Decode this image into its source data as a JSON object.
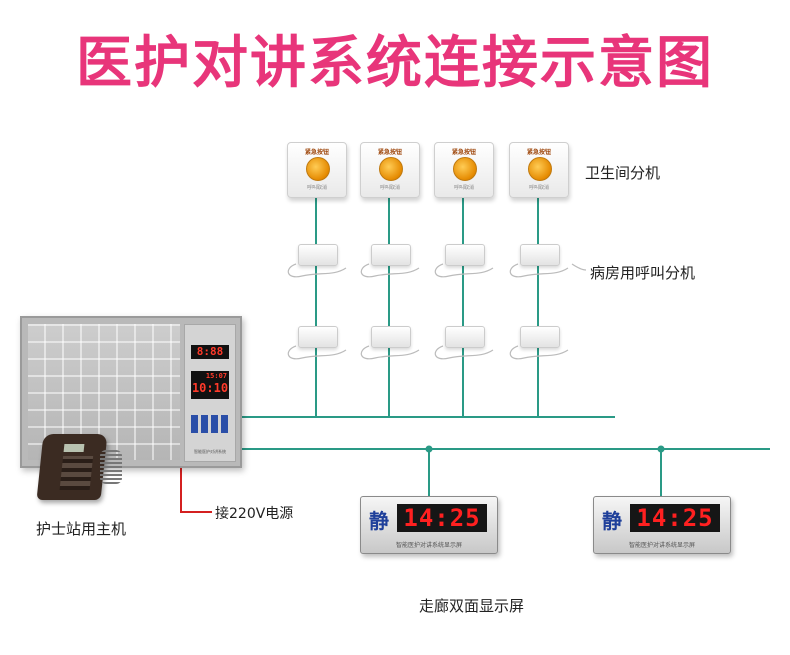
{
  "title": "医护对讲系统连接示意图",
  "labels": {
    "bathroom_unit": "卫生间分机",
    "ward_unit": "病房用呼叫分机",
    "host": "护士站用主机",
    "power": "接220V电源",
    "corridor_display": "走廊双面显示屏"
  },
  "bathroom_buttons": [
    {
      "button_text": "紧急按钮",
      "sub_text": "呼叫取消"
    },
    {
      "button_text": "紧急按钮",
      "sub_text": "呼叫取消"
    },
    {
      "button_text": "紧急按钮",
      "sub_text": "呼叫取消"
    },
    {
      "button_text": "紧急按钮",
      "sub_text": "呼叫取消"
    }
  ],
  "host_panel": {
    "led_top": "8:88",
    "led_small": "15:07",
    "led_time": "10:10",
    "caption": "智能医护对讲系统"
  },
  "corridor_displays": [
    {
      "status": "静",
      "time": "14:25",
      "caption": "智能医护对讲系统显示屏"
    },
    {
      "status": "静",
      "time": "14:25",
      "caption": "智能医护对讲系统显示屏"
    }
  ],
  "colors": {
    "title": "#e8357a",
    "bus_wire": "#2a9a86",
    "power_wire": "#d42020",
    "led_digits": "#ff2020"
  }
}
